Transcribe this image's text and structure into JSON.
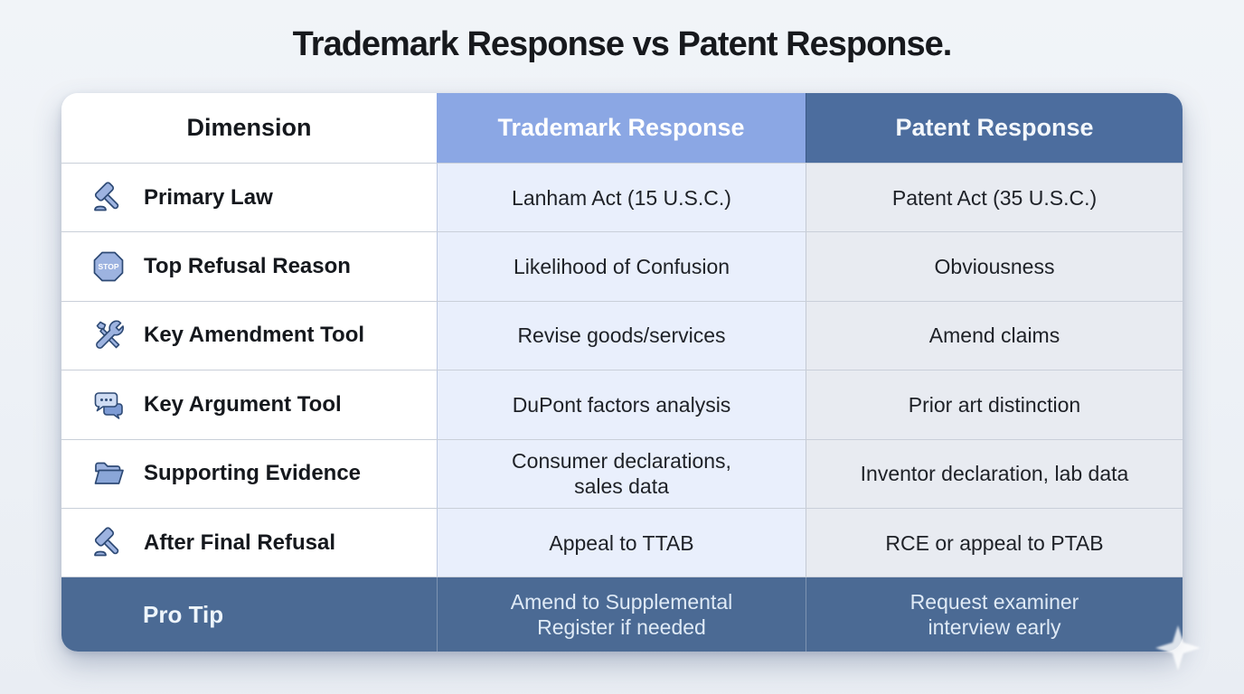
{
  "page": {
    "title": "Trademark Response vs Patent Response."
  },
  "table": {
    "columns": [
      {
        "label": "Dimension"
      },
      {
        "label": "Trademark Response"
      },
      {
        "label": "Patent Response"
      }
    ],
    "rows": [
      {
        "icon": "gavel-icon",
        "label": "Primary Law",
        "trademark": "Lanham Act (15 U.S.C.)",
        "patent": "Patent Act (35 U.S.C.)"
      },
      {
        "icon": "stop-sign-icon",
        "label": "Top Refusal Reason",
        "trademark": "Likelihood of Confusion",
        "patent": "Obviousness"
      },
      {
        "icon": "tools-icon",
        "label": "Key Amendment Tool",
        "trademark": "Revise goods/services",
        "patent": "Amend claims"
      },
      {
        "icon": "chat-bubbles-icon",
        "label": "Key Argument Tool",
        "trademark": "DuPont factors analysis",
        "patent": "Prior art distinction"
      },
      {
        "icon": "folder-icon",
        "label": "Supporting Evidence",
        "trademark": "Consumer declarations, sales data",
        "patent": "Inventor declaration, lab data"
      },
      {
        "icon": "gavel-icon",
        "label": "After Final Refusal",
        "trademark": "Appeal to TTAB",
        "patent": "RCE or appeal to PTAB"
      }
    ],
    "footer": {
      "label": "Pro Tip",
      "trademark": "Amend to Supplemental Register if needed",
      "patent": "Request examiner interview early"
    },
    "stop_icon_text": "STOP"
  },
  "colors": {
    "trademark_header_bg": "#8ba7e4",
    "patent_header_bg": "#4c6d9e",
    "footer_bg": "#4b6a94",
    "trademark_cell_bg": "#e9effc",
    "patent_cell_bg": "#e8ebf1",
    "icon_fill": "#9db3e0",
    "icon_stroke": "#2e4a75",
    "page_bg": "#edf1f6"
  }
}
